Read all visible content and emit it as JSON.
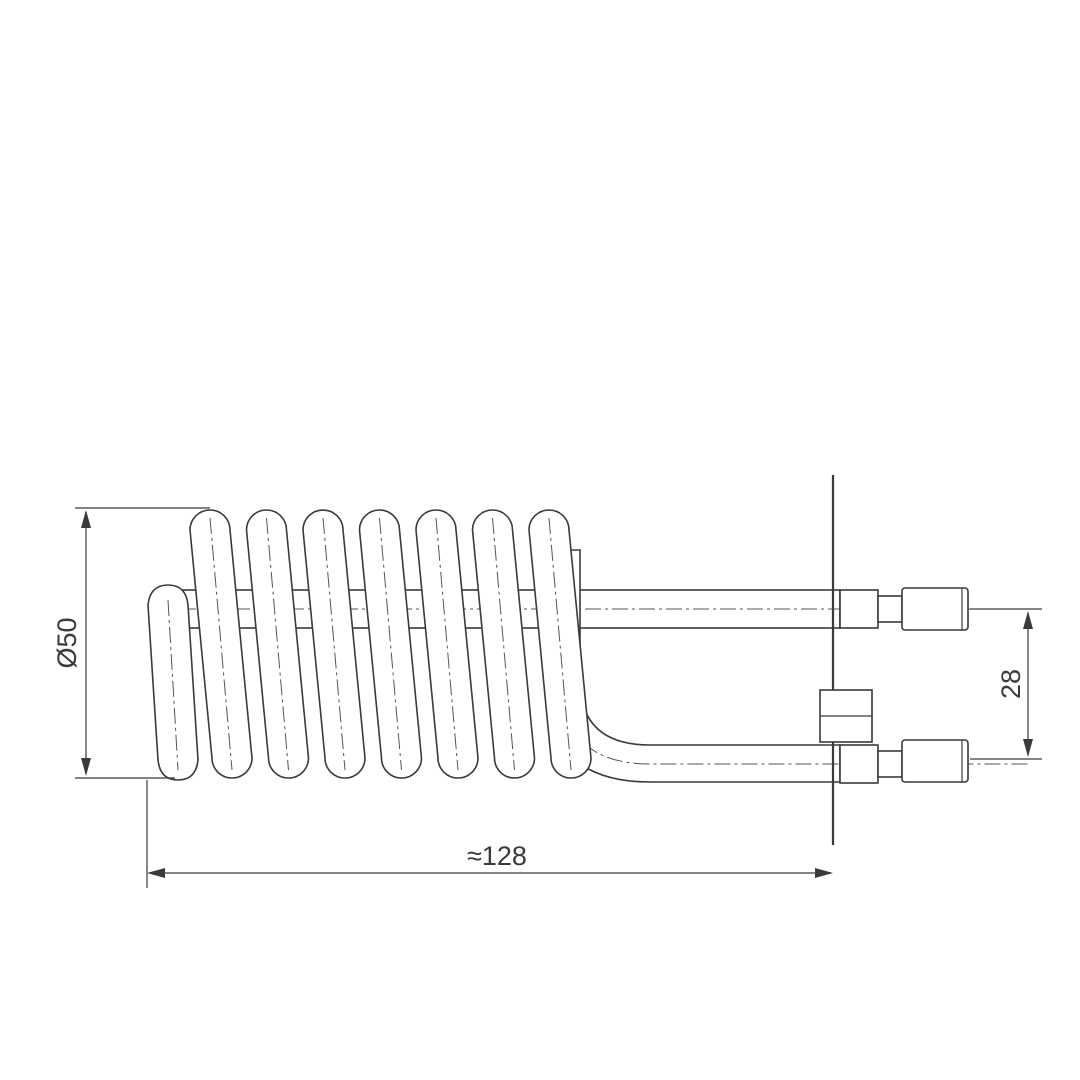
{
  "drawing": {
    "dimensions": {
      "diameter": {
        "label": "Ø50"
      },
      "length": {
        "label": "≈128"
      },
      "terminal_spacing": {
        "label": "28"
      }
    },
    "colors": {
      "line": "#3a3a3a",
      "background": "#ffffff"
    },
    "coil_turns": 7
  }
}
